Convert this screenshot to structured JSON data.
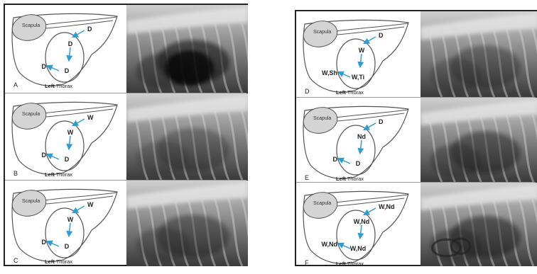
{
  "panels": [
    {
      "letter": "A",
      "scapula": "Scapula",
      "caption_bold": "Left",
      "caption_rest": " Thorax",
      "labels": {
        "top": "D",
        "mid": "D",
        "left": "D",
        "bottom": "D"
      }
    },
    {
      "letter": "B",
      "scapula": "Scapula",
      "caption_bold": "Left",
      "caption_rest": " Thorax",
      "labels": {
        "top": "W",
        "mid": "W",
        "left": "D",
        "bottom": "D"
      }
    },
    {
      "letter": "C",
      "scapula": "Scapula",
      "caption_bold": "Left",
      "caption_rest": " Thorax",
      "labels": {
        "top": "W",
        "mid": "W",
        "left": "D",
        "bottom": "D"
      }
    },
    {
      "letter": "D",
      "scapula": "Scapula",
      "caption_bold": "Left",
      "caption_rest": " Thorax",
      "labels": {
        "top": "D",
        "mid": "W",
        "left": "W,Sh",
        "bottom": "W,Ti"
      }
    },
    {
      "letter": "E",
      "scapula": "Scapula",
      "caption_bold": "Left",
      "caption_rest": " Thorax",
      "labels": {
        "top": "D",
        "mid": "Nd",
        "left": "D",
        "bottom": "D"
      }
    },
    {
      "letter": "F",
      "scapula": "Scapula",
      "caption_bold": "Left",
      "caption_rest": " Thorax",
      "labels": {
        "top": "W,Nd",
        "mid": "W,Nd",
        "left": "W,Nd",
        "bottom": "W,Nd"
      }
    }
  ],
  "colors": {
    "arrow": "#2b9fd4",
    "outline": "#555555",
    "scapula_fill": "#d4d4d4"
  }
}
